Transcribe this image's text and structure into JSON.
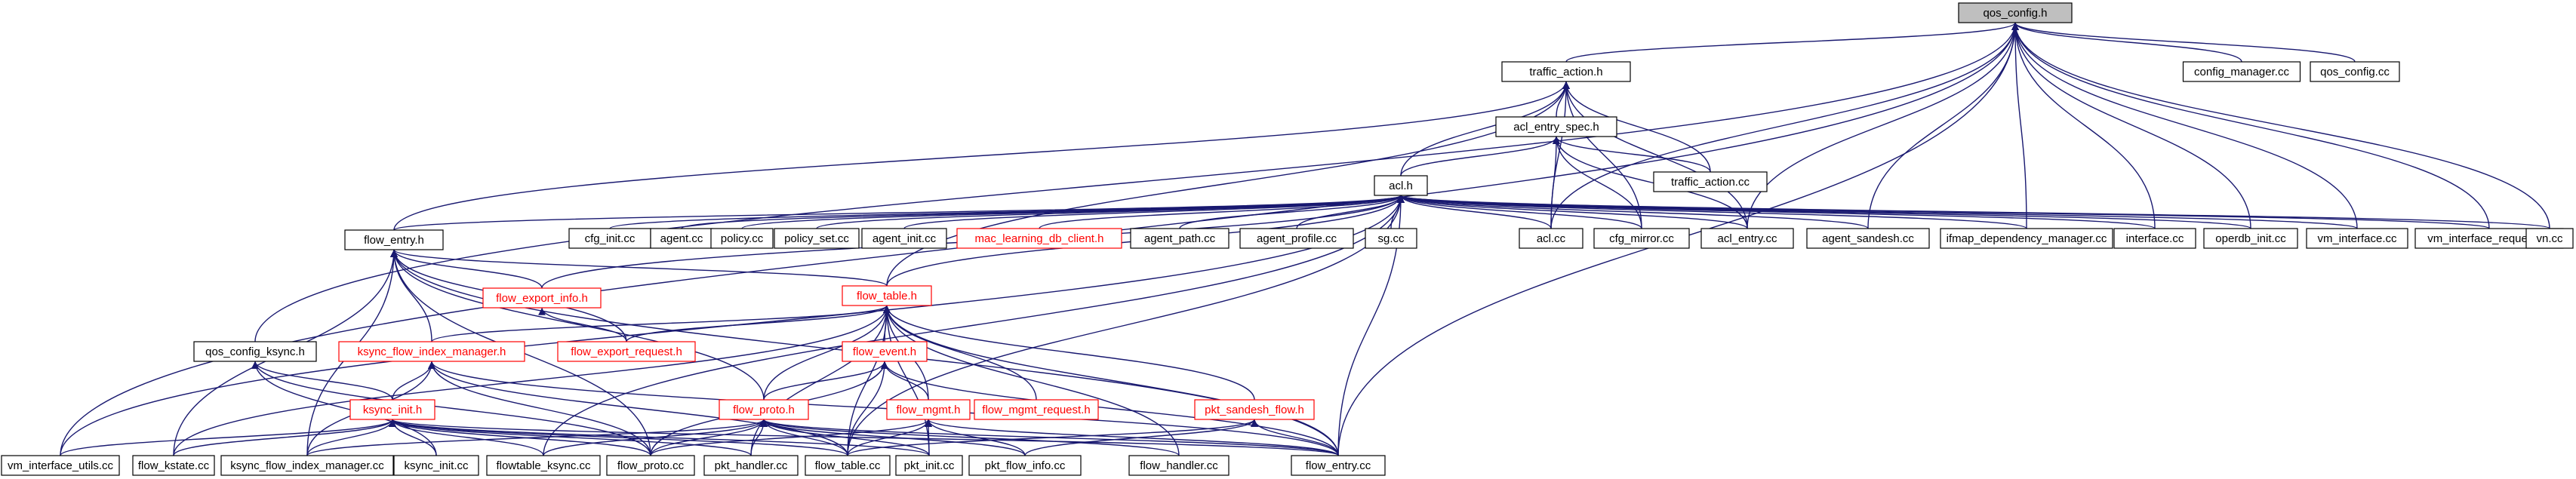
{
  "nodes": [
    {
      "id": "qos_config_h",
      "label": "qos_config.h",
      "style": "root"
    },
    {
      "id": "traffic_action_h",
      "label": "traffic_action.h",
      "style": "black"
    },
    {
      "id": "config_manager_cc",
      "label": "config_manager.cc",
      "style": "black"
    },
    {
      "id": "qos_config_cc",
      "label": "qos_config.cc",
      "style": "black"
    },
    {
      "id": "acl_entry_spec_h",
      "label": "acl_entry_spec.h",
      "style": "black"
    },
    {
      "id": "traffic_action_cc",
      "label": "traffic_action.cc",
      "style": "black"
    },
    {
      "id": "acl_h",
      "label": "acl.h",
      "style": "black"
    },
    {
      "id": "flow_entry_h",
      "label": "flow_entry.h",
      "style": "black"
    },
    {
      "id": "cfg_init_cc",
      "label": "cfg_init.cc",
      "style": "black"
    },
    {
      "id": "agent_cc",
      "label": "agent.cc",
      "style": "black"
    },
    {
      "id": "policy_cc",
      "label": "policy.cc",
      "style": "black"
    },
    {
      "id": "policy_set_cc",
      "label": "policy_set.cc",
      "style": "black"
    },
    {
      "id": "agent_init_cc",
      "label": "agent_init.cc",
      "style": "black"
    },
    {
      "id": "mac_learning_db_client_h",
      "label": "mac_learning_db_client.h",
      "style": "red"
    },
    {
      "id": "agent_path_cc",
      "label": "agent_path.cc",
      "style": "black"
    },
    {
      "id": "agent_profile_cc",
      "label": "agent_profile.cc",
      "style": "black"
    },
    {
      "id": "sg_cc",
      "label": "sg.cc",
      "style": "black"
    },
    {
      "id": "acl_cc",
      "label": "acl.cc",
      "style": "black"
    },
    {
      "id": "cfg_mirror_cc",
      "label": "cfg_mirror.cc",
      "style": "black"
    },
    {
      "id": "acl_entry_cc",
      "label": "acl_entry.cc",
      "style": "black"
    },
    {
      "id": "agent_sandesh_cc",
      "label": "agent_sandesh.cc",
      "style": "black"
    },
    {
      "id": "ifmap_dependency_manager_cc",
      "label": "ifmap_dependency_manager.cc",
      "style": "black"
    },
    {
      "id": "interface_cc",
      "label": "interface.cc",
      "style": "black"
    },
    {
      "id": "operdb_init_cc",
      "label": "operdb_init.cc",
      "style": "black"
    },
    {
      "id": "vm_interface_cc",
      "label": "vm_interface.cc",
      "style": "black"
    },
    {
      "id": "vm_interface_request_cc",
      "label": "vm_interface_request.cc",
      "style": "black"
    },
    {
      "id": "vn_cc",
      "label": "vn.cc",
      "style": "black"
    },
    {
      "id": "flow_export_info_h",
      "label": "flow_export_info.h",
      "style": "red"
    },
    {
      "id": "flow_table_h",
      "label": "flow_table.h",
      "style": "red"
    },
    {
      "id": "qos_config_ksync_h",
      "label": "qos_config_ksync.h",
      "style": "black"
    },
    {
      "id": "ksync_flow_index_manager_h",
      "label": "ksync_flow_index_manager.h",
      "style": "red"
    },
    {
      "id": "flow_export_request_h",
      "label": "flow_export_request.h",
      "style": "red"
    },
    {
      "id": "flow_event_h",
      "label": "flow_event.h",
      "style": "red"
    },
    {
      "id": "ksync_init_h",
      "label": "ksync_init.h",
      "style": "red"
    },
    {
      "id": "flow_proto_h",
      "label": "flow_proto.h",
      "style": "red"
    },
    {
      "id": "flow_mgmt_h",
      "label": "flow_mgmt.h",
      "style": "red"
    },
    {
      "id": "flow_mgmt_request_h",
      "label": "flow_mgmt_request.h",
      "style": "red"
    },
    {
      "id": "pkt_sandesh_flow_h",
      "label": "pkt_sandesh_flow.h",
      "style": "red"
    },
    {
      "id": "vm_interface_utils_cc",
      "label": "vm_interface_utils.cc",
      "style": "black"
    },
    {
      "id": "flow_kstate_cc",
      "label": "flow_kstate.cc",
      "style": "black"
    },
    {
      "id": "ksync_flow_index_manager_cc",
      "label": "ksync_flow_index_manager.cc",
      "style": "black"
    },
    {
      "id": "ksync_init_cc",
      "label": "ksync_init.cc",
      "style": "black"
    },
    {
      "id": "flowtable_ksync_cc",
      "label": "flowtable_ksync.cc",
      "style": "black"
    },
    {
      "id": "flow_proto_cc",
      "label": "flow_proto.cc",
      "style": "black"
    },
    {
      "id": "pkt_handler_cc",
      "label": "pkt_handler.cc",
      "style": "black"
    },
    {
      "id": "flow_table_cc",
      "label": "flow_table.cc",
      "style": "black"
    },
    {
      "id": "pkt_init_cc",
      "label": "pkt_init.cc",
      "style": "black"
    },
    {
      "id": "pkt_flow_info_cc",
      "label": "pkt_flow_info.cc",
      "style": "black"
    },
    {
      "id": "flow_handler_cc",
      "label": "flow_handler.cc",
      "style": "black"
    },
    {
      "id": "flow_entry_cc",
      "label": "flow_entry.cc",
      "style": "black"
    }
  ],
  "edges": [
    [
      "traffic_action_h",
      "qos_config_h"
    ],
    [
      "config_manager_cc",
      "qos_config_h"
    ],
    [
      "qos_config_cc",
      "qos_config_h"
    ],
    [
      "acl_cc",
      "qos_config_h"
    ],
    [
      "acl_entry_cc",
      "qos_config_h"
    ],
    [
      "agent_sandesh_cc",
      "qos_config_h"
    ],
    [
      "ifmap_dependency_manager_cc",
      "qos_config_h"
    ],
    [
      "interface_cc",
      "qos_config_h"
    ],
    [
      "operdb_init_cc",
      "qos_config_h"
    ],
    [
      "vm_interface_cc",
      "qos_config_h"
    ],
    [
      "vm_interface_request_cc",
      "qos_config_h"
    ],
    [
      "vn_cc",
      "qos_config_h"
    ],
    [
      "qos_config_ksync_h",
      "qos_config_h"
    ],
    [
      "vm_interface_utils_cc",
      "qos_config_h"
    ],
    [
      "flow_entry_cc",
      "qos_config_h"
    ],
    [
      "acl_entry_spec_h",
      "traffic_action_h"
    ],
    [
      "traffic_action_cc",
      "traffic_action_h"
    ],
    [
      "acl_h",
      "traffic_action_h"
    ],
    [
      "flow_entry_h",
      "traffic_action_h"
    ],
    [
      "flow_table_h",
      "traffic_action_h"
    ],
    [
      "acl_cc",
      "traffic_action_h"
    ],
    [
      "cfg_mirror_cc",
      "traffic_action_h"
    ],
    [
      "acl_entry_cc",
      "traffic_action_h"
    ],
    [
      "acl_h",
      "acl_entry_spec_h"
    ],
    [
      "traffic_action_cc",
      "acl_entry_spec_h"
    ],
    [
      "acl_cc",
      "acl_entry_spec_h"
    ],
    [
      "cfg_mirror_cc",
      "acl_entry_spec_h"
    ],
    [
      "acl_entry_cc",
      "acl_entry_spec_h"
    ],
    [
      "flow_entry_h",
      "acl_h"
    ],
    [
      "cfg_init_cc",
      "acl_h"
    ],
    [
      "agent_cc",
      "acl_h"
    ],
    [
      "policy_cc",
      "acl_h"
    ],
    [
      "policy_set_cc",
      "acl_h"
    ],
    [
      "agent_init_cc",
      "acl_h"
    ],
    [
      "mac_learning_db_client_h",
      "acl_h"
    ],
    [
      "agent_path_cc",
      "acl_h"
    ],
    [
      "agent_profile_cc",
      "acl_h"
    ],
    [
      "sg_cc",
      "acl_h"
    ],
    [
      "acl_cc",
      "acl_h"
    ],
    [
      "cfg_mirror_cc",
      "acl_h"
    ],
    [
      "acl_entry_cc",
      "acl_h"
    ],
    [
      "agent_sandesh_cc",
      "acl_h"
    ],
    [
      "ifmap_dependency_manager_cc",
      "acl_h"
    ],
    [
      "interface_cc",
      "acl_h"
    ],
    [
      "operdb_init_cc",
      "acl_h"
    ],
    [
      "vm_interface_cc",
      "acl_h"
    ],
    [
      "vm_interface_request_cc",
      "acl_h"
    ],
    [
      "vn_cc",
      "acl_h"
    ],
    [
      "flow_export_info_h",
      "acl_h"
    ],
    [
      "flow_table_h",
      "acl_h"
    ],
    [
      "vm_interface_utils_cc",
      "acl_h"
    ],
    [
      "flow_table_cc",
      "acl_h"
    ],
    [
      "flow_entry_cc",
      "acl_h"
    ],
    [
      "flowtable_ksync_cc",
      "acl_h"
    ],
    [
      "flow_export_info_h",
      "flow_entry_h"
    ],
    [
      "flow_table_h",
      "flow_entry_h"
    ],
    [
      "ksync_flow_index_manager_h",
      "flow_entry_h"
    ],
    [
      "flow_export_request_h",
      "flow_entry_h"
    ],
    [
      "flow_proto_h",
      "flow_entry_h"
    ],
    [
      "flow_kstate_cc",
      "flow_entry_h"
    ],
    [
      "ksync_flow_index_manager_cc",
      "flow_entry_h"
    ],
    [
      "flow_proto_cc",
      "flow_entry_h"
    ],
    [
      "flow_entry_cc",
      "flow_entry_h"
    ],
    [
      "flow_export_request_h",
      "flow_export_info_h"
    ],
    [
      "ksync_flow_index_manager_h",
      "flow_table_h"
    ],
    [
      "flow_export_request_h",
      "flow_table_h"
    ],
    [
      "flow_event_h",
      "flow_table_h"
    ],
    [
      "flow_proto_h",
      "flow_table_h"
    ],
    [
      "flow_mgmt_h",
      "flow_table_h"
    ],
    [
      "flow_mgmt_request_h",
      "flow_table_h"
    ],
    [
      "pkt_sandesh_flow_h",
      "flow_table_h"
    ],
    [
      "flow_kstate_cc",
      "flow_table_h"
    ],
    [
      "pkt_handler_cc",
      "flow_table_h"
    ],
    [
      "flow_table_cc",
      "flow_table_h"
    ],
    [
      "pkt_init_cc",
      "flow_table_h"
    ],
    [
      "flow_handler_cc",
      "flow_table_h"
    ],
    [
      "flow_entry_cc",
      "flow_table_h"
    ],
    [
      "ksync_init_h",
      "qos_config_ksync_h"
    ],
    [
      "ksync_init_cc",
      "qos_config_ksync_h"
    ],
    [
      "flow_proto_cc",
      "qos_config_ksync_h"
    ],
    [
      "ksync_init_h",
      "ksync_flow_index_manager_h"
    ],
    [
      "ksync_flow_index_manager_cc",
      "ksync_flow_index_manager_h"
    ],
    [
      "flow_proto_cc",
      "ksync_flow_index_manager_h"
    ],
    [
      "flow_table_cc",
      "ksync_flow_index_manager_h"
    ],
    [
      "flow_entry_cc",
      "ksync_flow_index_manager_h"
    ],
    [
      "flow_proto_h",
      "flow_event_h"
    ],
    [
      "flow_mgmt_h",
      "flow_event_h"
    ],
    [
      "flow_table_cc",
      "flow_event_h"
    ],
    [
      "flow_proto_cc",
      "flow_event_h"
    ],
    [
      "flow_entry_cc",
      "flow_event_h"
    ],
    [
      "vm_interface_utils_cc",
      "ksync_init_h"
    ],
    [
      "flow_kstate_cc",
      "ksync_init_h"
    ],
    [
      "ksync_flow_index_manager_cc",
      "ksync_init_h"
    ],
    [
      "ksync_init_cc",
      "ksync_init_h"
    ],
    [
      "flowtable_ksync_cc",
      "ksync_init_h"
    ],
    [
      "flow_proto_cc",
      "ksync_init_h"
    ],
    [
      "pkt_handler_cc",
      "ksync_init_h"
    ],
    [
      "flow_table_cc",
      "ksync_init_h"
    ],
    [
      "pkt_init_cc",
      "ksync_init_h"
    ],
    [
      "flow_entry_cc",
      "ksync_init_h"
    ],
    [
      "ksync_flow_index_manager_cc",
      "flow_proto_h"
    ],
    [
      "flowtable_ksync_cc",
      "flow_proto_h"
    ],
    [
      "flow_proto_cc",
      "flow_proto_h"
    ],
    [
      "pkt_handler_cc",
      "flow_proto_h"
    ],
    [
      "flow_table_cc",
      "flow_proto_h"
    ],
    [
      "pkt_init_cc",
      "flow_proto_h"
    ],
    [
      "pkt_flow_info_cc",
      "flow_proto_h"
    ],
    [
      "flow_handler_cc",
      "flow_proto_h"
    ],
    [
      "flow_entry_cc",
      "flow_proto_h"
    ],
    [
      "flow_proto_cc",
      "flow_mgmt_h"
    ],
    [
      "flow_table_cc",
      "flow_mgmt_h"
    ],
    [
      "pkt_init_cc",
      "flow_mgmt_h"
    ],
    [
      "pkt_flow_info_cc",
      "flow_mgmt_h"
    ],
    [
      "flow_entry_cc",
      "flow_mgmt_h"
    ],
    [
      "flow_table_cc",
      "pkt_sandesh_flow_h"
    ],
    [
      "pkt_flow_info_cc",
      "pkt_sandesh_flow_h"
    ],
    [
      "flow_entry_cc",
      "pkt_sandesh_flow_h"
    ]
  ]
}
